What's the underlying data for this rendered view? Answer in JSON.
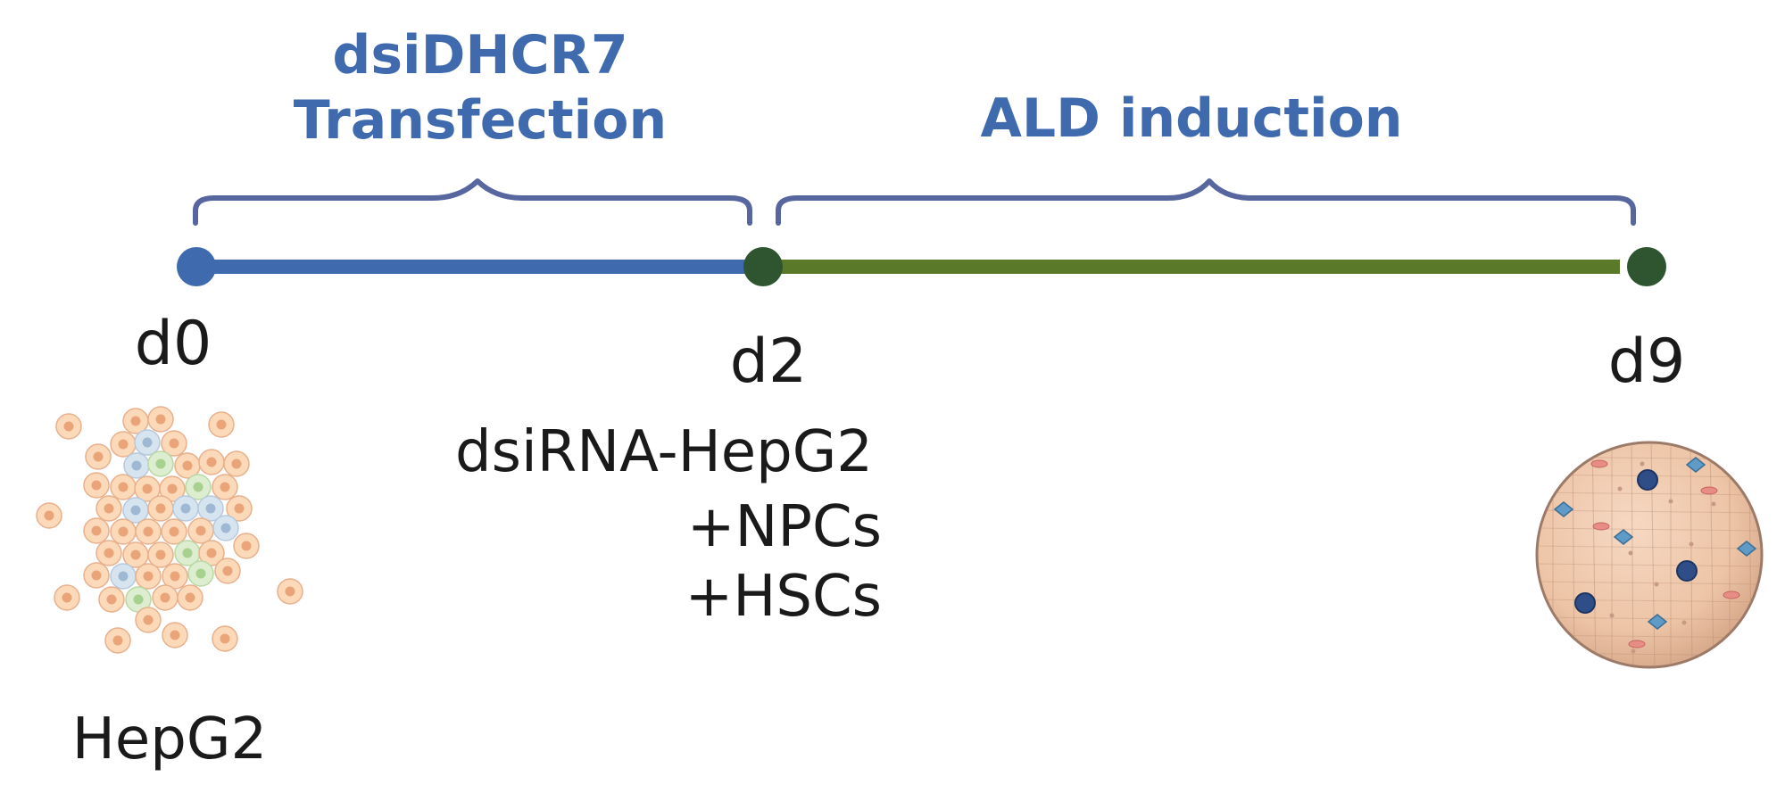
{
  "phases": {
    "transfection": {
      "line1": "dsiDHCR7",
      "line2": "Transfection"
    },
    "induction": {
      "label": "ALD induction"
    }
  },
  "days": {
    "start": "d0",
    "mid": "d2",
    "end": "d9"
  },
  "conditions": {
    "line1": "dsiRNA-HepG2",
    "line2": "+NPCs",
    "line3": "+HSCs"
  },
  "cells": {
    "label": "HepG2"
  },
  "colors": {
    "transfection_line": "#3f6aae",
    "induction_line": "#5a7a2a",
    "end_dot": "#2e5530",
    "bracket": "#5866a0",
    "phase_text": "#3f6aae"
  }
}
